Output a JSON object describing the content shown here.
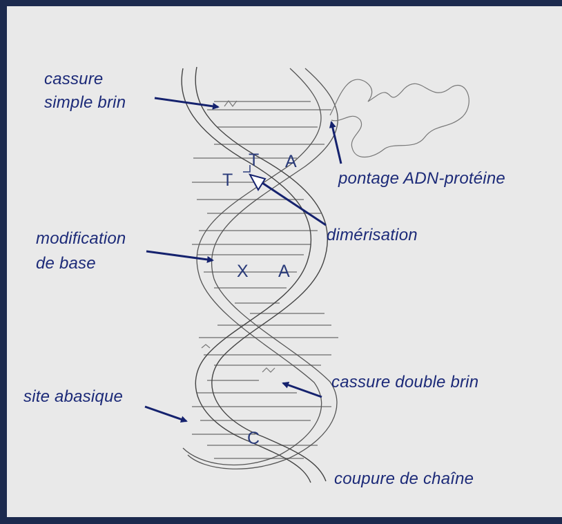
{
  "labels": {
    "single_strand_break_l1": "cassure",
    "single_strand_break_l2": "simple brin",
    "dna_protein_crosslink": "pontage ADN-protéine",
    "dimerisation": "dimérisation",
    "base_modification_l1": "modification",
    "base_modification_l2": "de base",
    "double_strand_break": "cassure double brin",
    "abasic_site": "site abasique",
    "chain_cut": "coupure de chaîne"
  },
  "bases": {
    "dimer_t1": "T",
    "dimer_t2": "T",
    "dimer_a": "A",
    "modified_x": "X",
    "modified_a": "A",
    "c": "C"
  },
  "colors": {
    "frame": "#1c2a4e",
    "background": "#e9e9e9",
    "label": "#1c2a78",
    "arrow": "#15226e",
    "helix_outline": "#555555",
    "rung": "#9a9a9a"
  }
}
